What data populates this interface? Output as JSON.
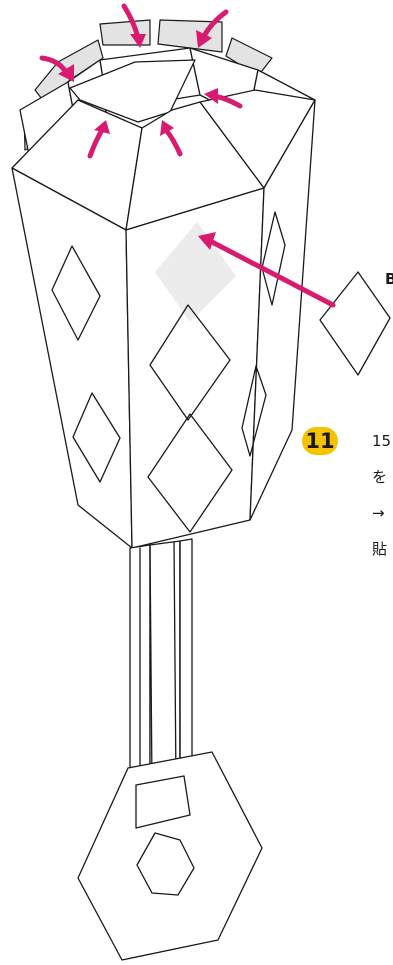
{
  "step": {
    "number": "11",
    "lines": [
      "15",
      "を",
      "→",
      "貼"
    ]
  },
  "piece_label": "B",
  "colors": {
    "arrow": "#d81b6f",
    "badge": "#f5c400",
    "outline": "#1a1a1a",
    "tab_fill": "#e3e3e3",
    "ghost_fill": "#ececec"
  },
  "icons": {
    "push_arrows": "curved-arrow-icon",
    "attach_arrow": "straight-arrow-icon"
  }
}
